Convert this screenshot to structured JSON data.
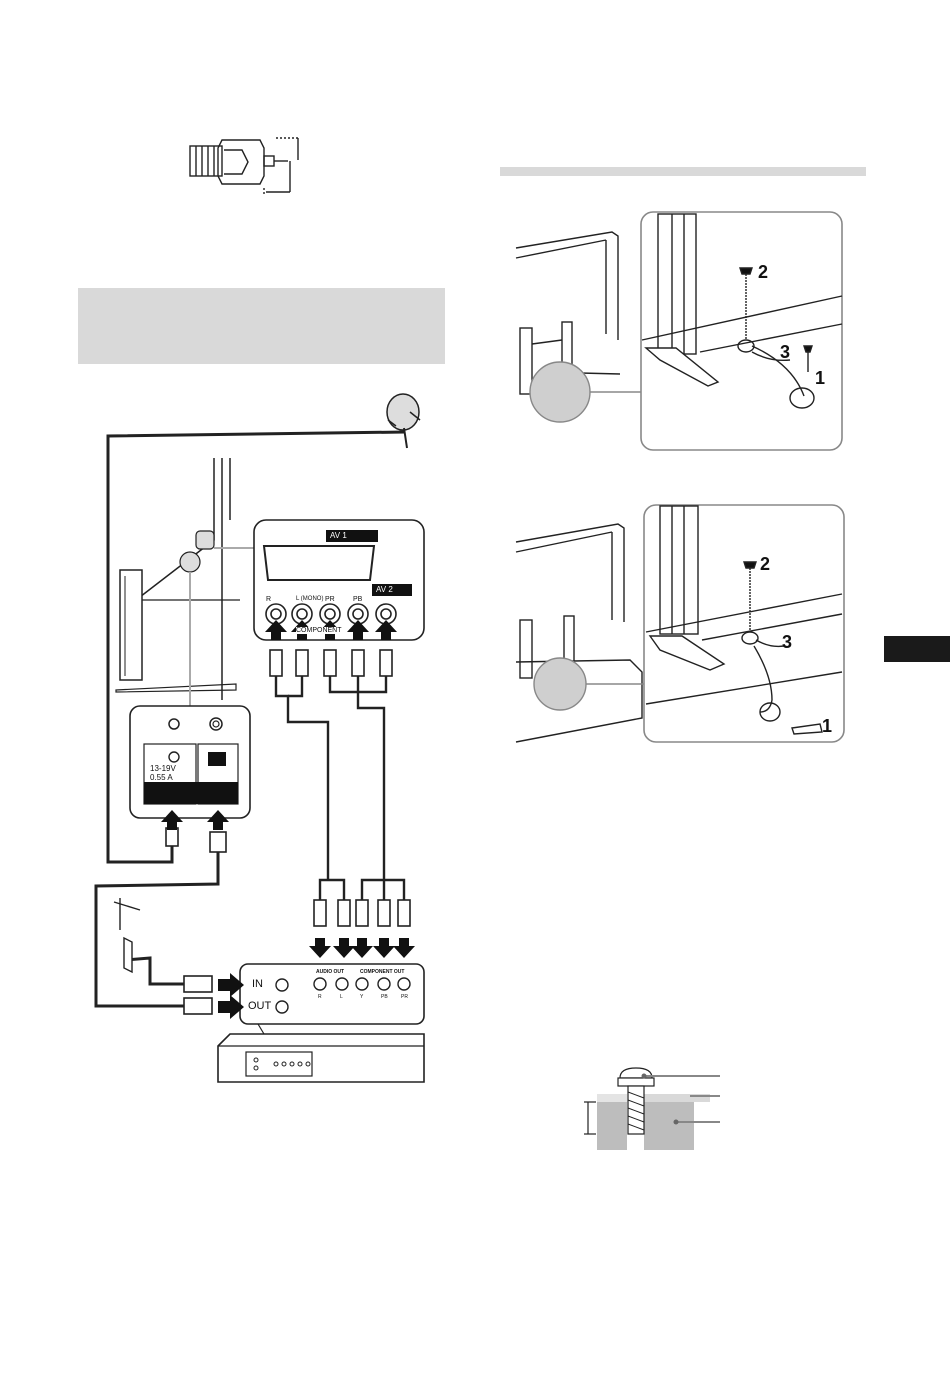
{
  "page": {
    "section_header_box": "",
    "section_rule": ""
  },
  "tv_panel": {
    "input_labels": {
      "audio_r": "R",
      "audio_l": "L (MONO)",
      "pr": "PR",
      "pb": "PB",
      "component": "COMPONENT",
      "av1": "AV",
      "av1_num": "1",
      "av2": "AV",
      "av2_num": "2"
    }
  },
  "satellite_box": {
    "voltage": "13-19V",
    "current": "0.55 A"
  },
  "recorder_panel": {
    "in_label": "IN",
    "out_label": "OUT",
    "audio_out_label": "AUDIO OUT",
    "component_out_label": "COMPONENT OUT",
    "jack_labels": [
      "R",
      "L",
      "Y",
      "PB",
      "PR"
    ]
  },
  "stand_steps": {
    "top": [
      "2",
      "3",
      "1"
    ],
    "bottom": [
      "2",
      "3",
      "1"
    ]
  },
  "colors": {
    "line": "#222222",
    "light_gray": "#d9d9d9",
    "mid_gray": "#bdbdbd",
    "dark_tab": "#1a1a1a"
  }
}
